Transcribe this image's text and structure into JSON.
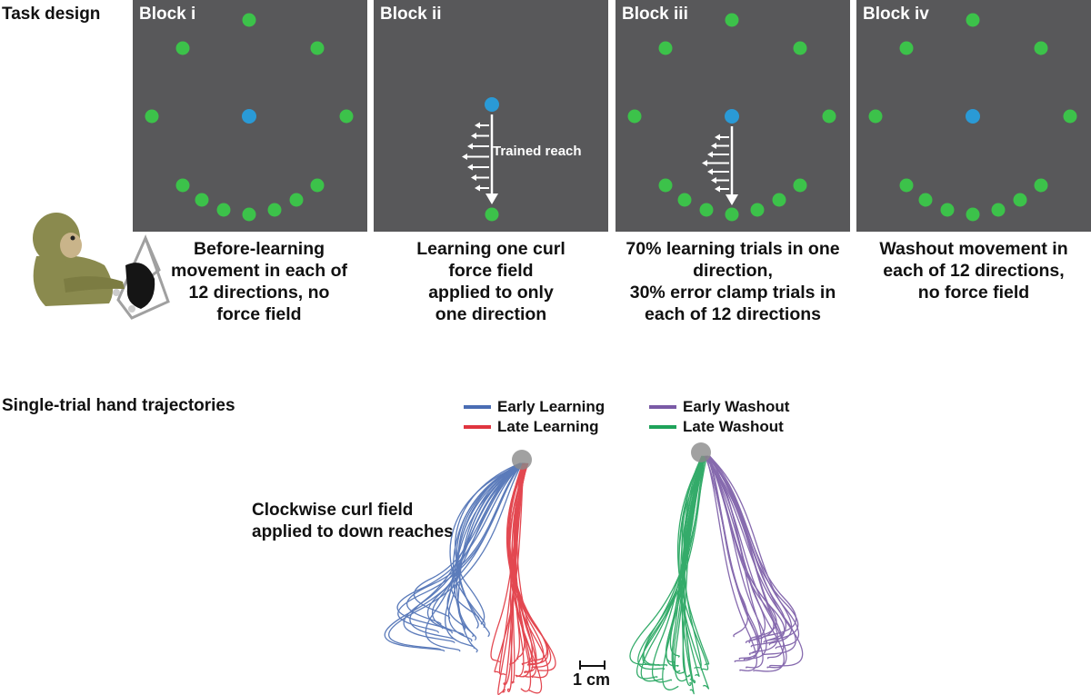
{
  "task_design": {
    "title": "Task design",
    "blocks": [
      {
        "label": "Block i",
        "caption": [
          "Before-learning",
          "movement in each of",
          "12 directions, no",
          "force field"
        ]
      },
      {
        "label": "Block ii",
        "caption": [
          "Learning one curl",
          "force field",
          "applied to only",
          "one direction"
        ],
        "arrow_label": "Trained reach"
      },
      {
        "label": "Block iii",
        "caption": [
          "70% learning trials in one",
          "direction,",
          "30% error clamp trials in",
          "each of 12 directions"
        ]
      },
      {
        "label": "Block iv",
        "caption": [
          "Washout movement in",
          "each of 12 directions,",
          "no force field"
        ]
      }
    ]
  },
  "trajectories": {
    "title": "Single-trial hand trajectories",
    "field_note": [
      "Clockwise curl field",
      "applied to down reaches"
    ],
    "legend": [
      {
        "label": "Early Learning",
        "color": "#4a6db3"
      },
      {
        "label": "Late Learning",
        "color": "#e0353f"
      },
      {
        "label": "Early Washout",
        "color": "#7a5aa6"
      },
      {
        "label": "Late Washout",
        "color": "#1fa35a"
      }
    ],
    "scale_bar": "1 cm"
  },
  "colors": {
    "panel_bg": "#58585a",
    "target": "#3cc24a",
    "center": "#2a9ad6",
    "start_circle": "#8a8a8a"
  }
}
